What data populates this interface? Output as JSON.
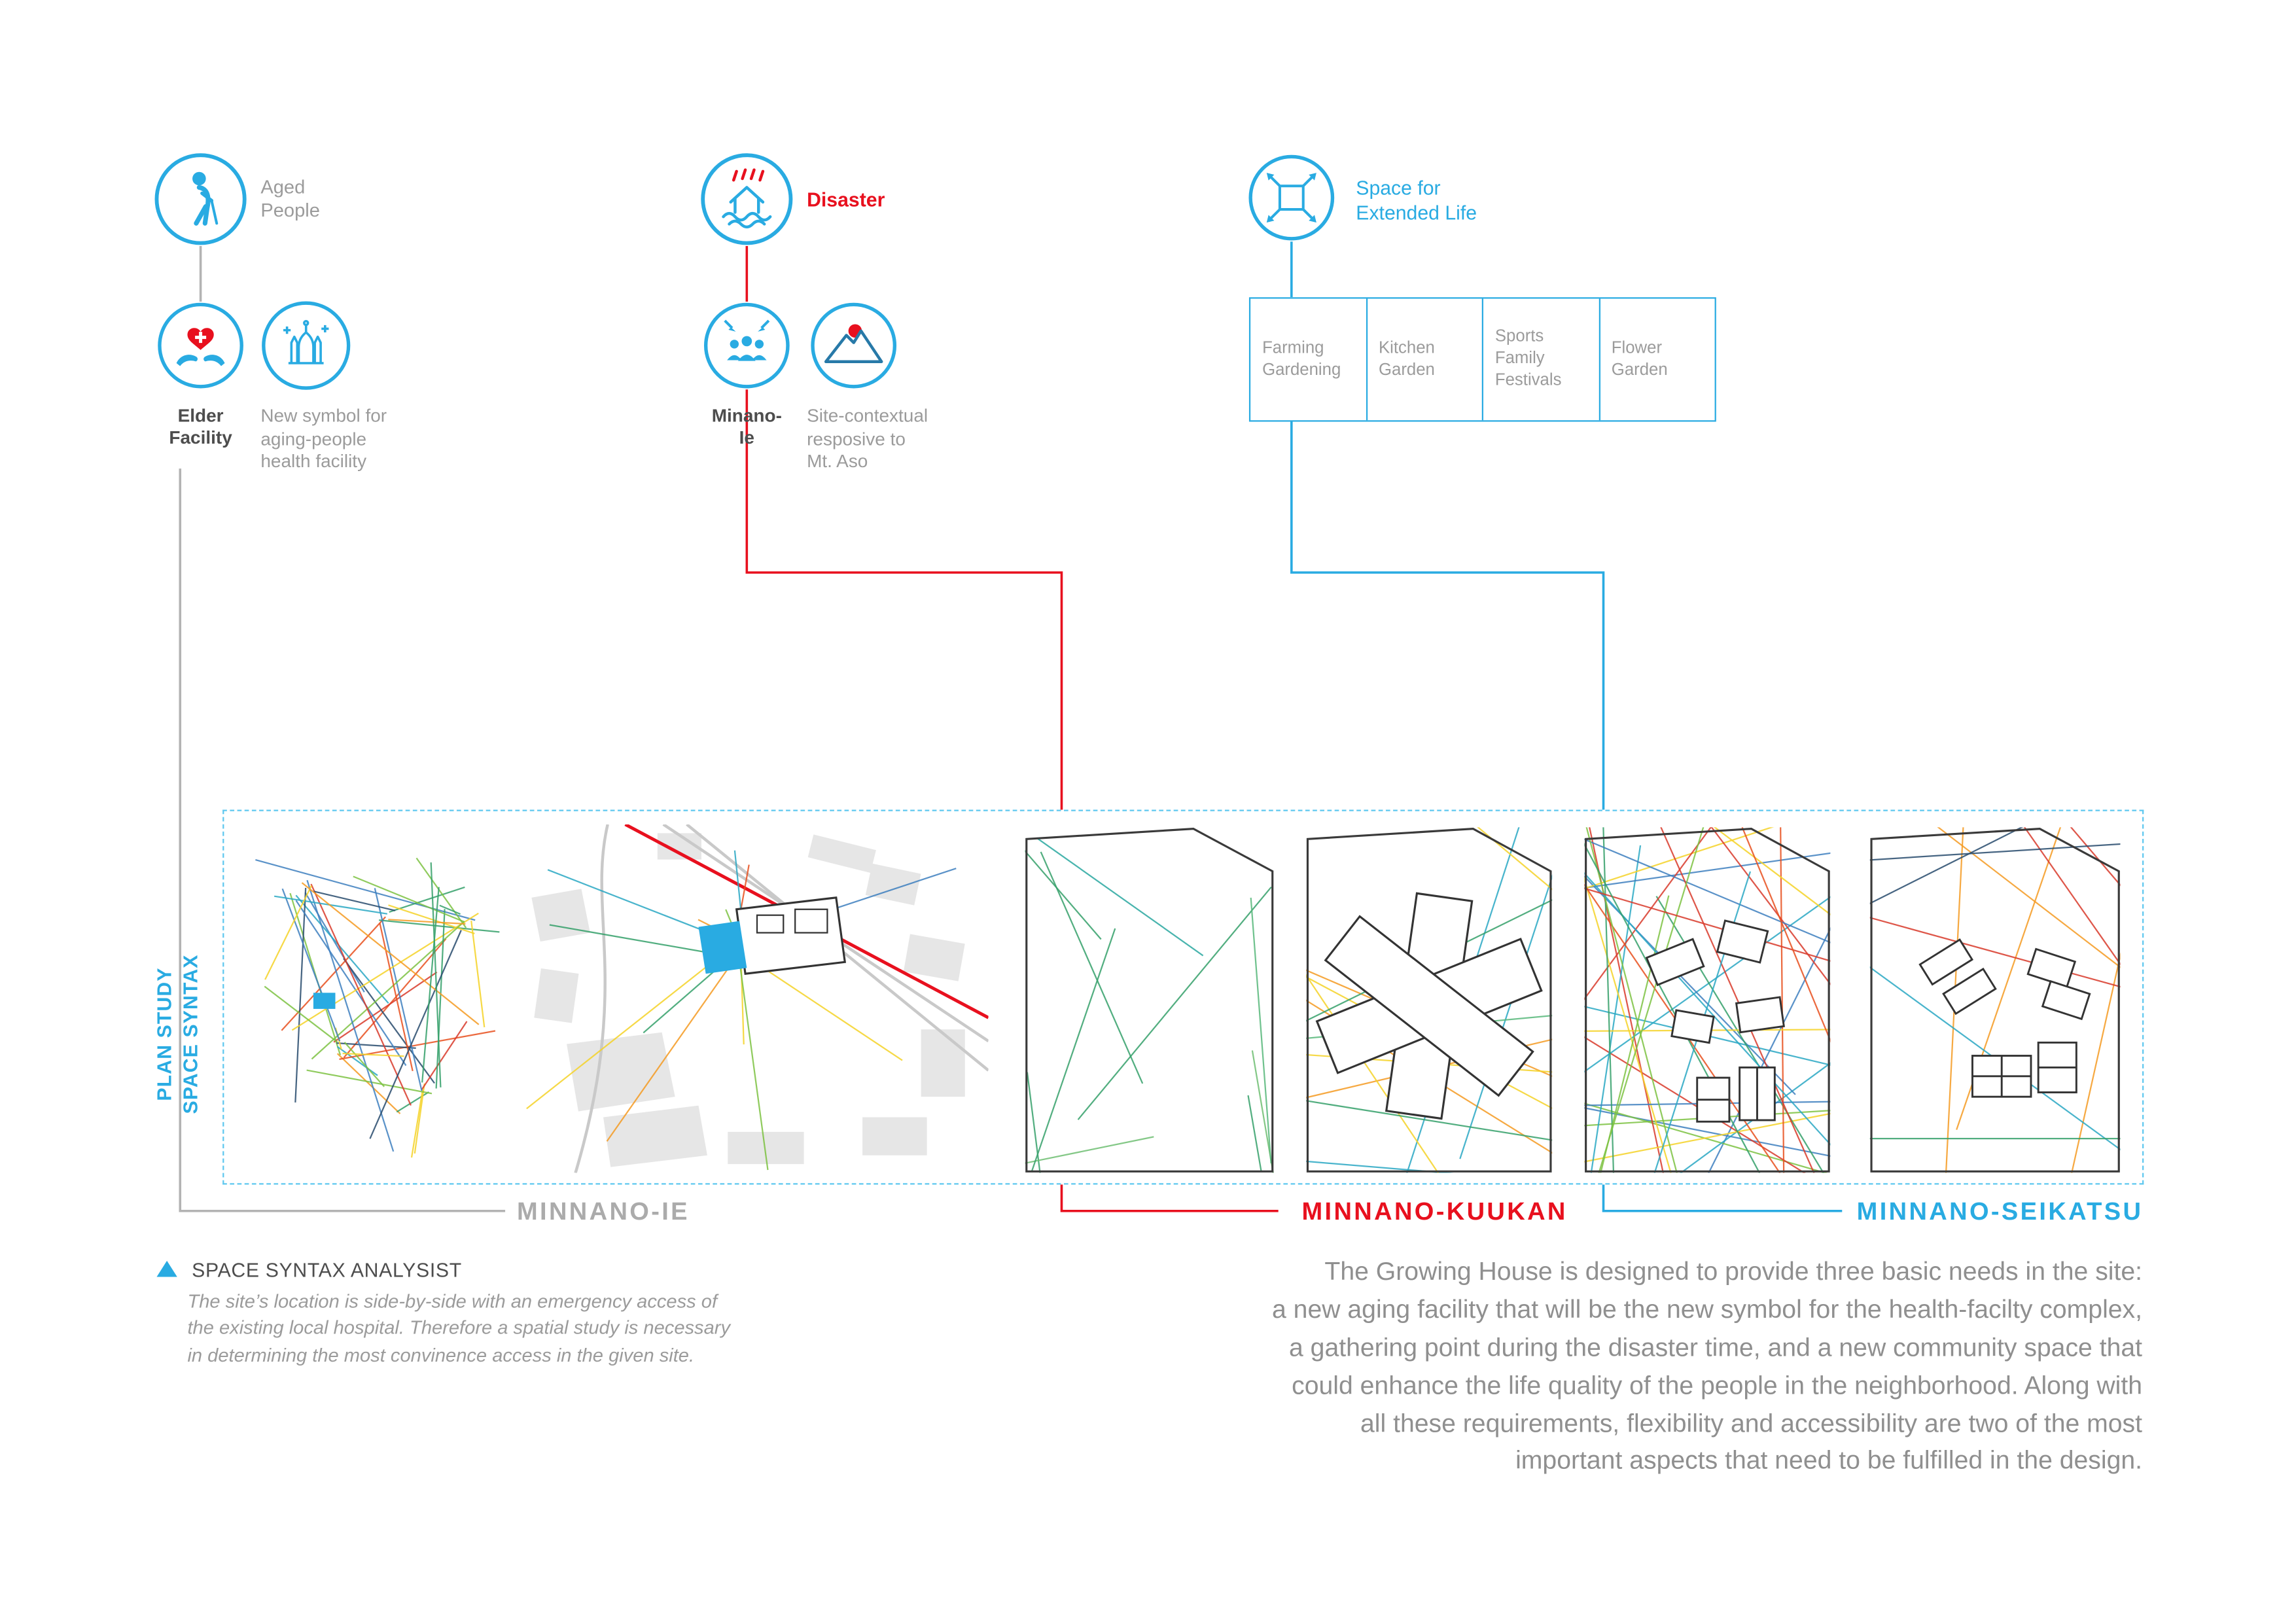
{
  "colors": {
    "blue": "#29ABE2",
    "red": "#E8101E",
    "gray_text": "#9B9B9B",
    "dark_text": "#4D4D4D",
    "line_gray": "#B3B3B3"
  },
  "aged": {
    "title": "Aged\nPeople",
    "facility_label": "Elder\nFacility",
    "symbol_label": "New symbol for\naging-people\nhealth facility"
  },
  "disaster": {
    "title": "Disaster",
    "minano_label": "Minano-\nIe",
    "site_label": "Site-contextual\nresposive to\nMt. Aso"
  },
  "extended": {
    "title": "Space for\nExtended Life",
    "cells": [
      "Farming\nGardening",
      "Kitchen\nGarden",
      "Sports\nFamily\nFestivals",
      "Flower\nGarden"
    ]
  },
  "panel": {
    "side_label": "PLAN STUDY\nSPACE SYNTAX"
  },
  "plans": {
    "minnano_ie": "MINNANO-IE",
    "minnano_kuukan": "MINNANO-KUUKAN",
    "minnano_seikatsu": "MINNANO-SEIKATSU"
  },
  "analysis": {
    "title": "SPACE SYNTAX ANALYSIST",
    "body": "The site’s location is side-by-side with an emergency access of\nthe existing local hospital. Therefore a spatial study is necessary\nin determining the most convinence access in the given site."
  },
  "description": "The Growing House is designed to provide three basic needs in the site:\na new aging facility that will be the new symbol for the health-facilty complex,\na gathering point during the disaster time, and a new community space that\ncould enhance the life quality of the people in the neighborhood. Along with\nall these requirements, flexibility and accessibility are two of the most\nimportant aspects that need to be fulfilled in the design.",
  "icons": {
    "aged_people": "elderly-person-with-cane-icon",
    "elder_facility": "hands-holding-heart-cross-icon",
    "new_symbol": "ornate-building-icon",
    "disaster": "house-flood-rain-icon",
    "minano_ie": "people-gathering-icon",
    "mt_aso": "volcano-mountain-icon",
    "extended_life": "expanding-square-arrows-icon"
  }
}
